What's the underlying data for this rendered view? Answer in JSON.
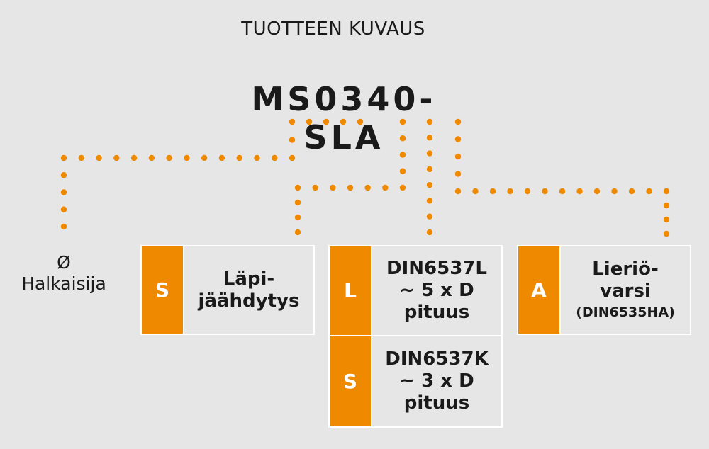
{
  "header": "TUOTTEEN KUVAUS",
  "product_code": "MS0340-SLA",
  "diameter": {
    "symbol": "Ø",
    "label": "Halkaisija"
  },
  "options": [
    {
      "letter": "S",
      "lines": [
        "Läpi-",
        "jäähdytys"
      ]
    },
    {
      "letter": "L",
      "lines": [
        "DIN6537L",
        "~ 5 x D",
        "pituus"
      ]
    },
    {
      "letter": "S",
      "lines": [
        "DIN6537K",
        "~ 3 x D",
        "pituus"
      ]
    },
    {
      "letter": "A",
      "lines": [
        "Lieriö-",
        "varsi"
      ],
      "note": "(DIN6535HA)"
    }
  ],
  "colors": {
    "accent": "#ef8a00",
    "background": "#e6e6e6",
    "box_border": "#ffffff",
    "text": "#1a1a1a"
  }
}
